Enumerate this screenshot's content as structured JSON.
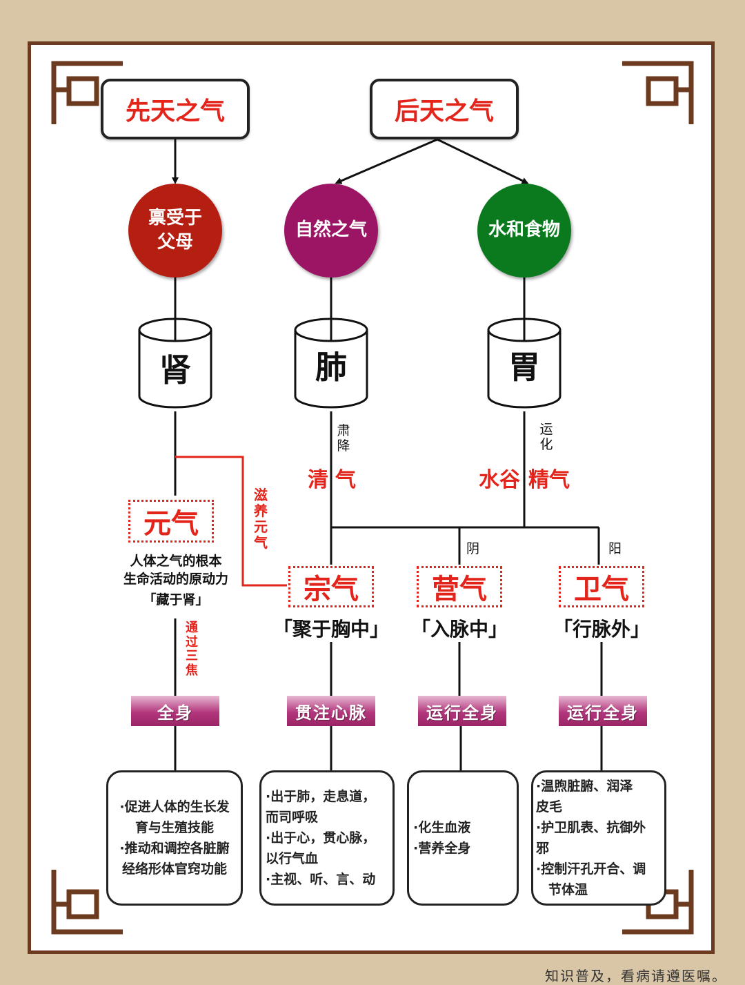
{
  "titles": {
    "xiantian": "先天之气",
    "houtian": "后天之气"
  },
  "circles": {
    "parents": "禀受于\n父母",
    "natural": "自然之气",
    "food": "水和食物"
  },
  "colors": {
    "parents": "#b51f12",
    "natural": "#9c1464",
    "food": "#0b7a1f",
    "red": "#e3241b",
    "frame": "#6b3a1f"
  },
  "organs": {
    "kidney": "肾",
    "lung": "肺",
    "stomach": "胃"
  },
  "process": {
    "sujiang": "肃降",
    "yunhua": "运化",
    "ziyang": "滋养元气",
    "tongguo": "通过三焦",
    "yin": "阴",
    "yang": "阳"
  },
  "products": {
    "qing": "清",
    "qing_qi": "气",
    "shuigu": "水谷",
    "jing_qi": "精气"
  },
  "yuanqi": {
    "name": "元气",
    "line1": "人体之气的根本",
    "line2": "生命活动的原动力",
    "line3": "「藏于肾」"
  },
  "qi_types": [
    {
      "name": "宗气",
      "location": "「聚于胸中」",
      "band": "贯注心脉",
      "desc": [
        "·出于肺，走息道，",
        "而司呼吸",
        "·出于心，贯心脉，",
        "以行气血",
        "·主视、听、言、动"
      ]
    },
    {
      "name": "营气",
      "location": "「入脉中」",
      "band": "运行全身",
      "desc": [
        "·化生血液",
        "·营养全身"
      ]
    },
    {
      "name": "卫气",
      "location": "「行脉外」",
      "band": "运行全身",
      "desc": [
        "·温煦脏腑、润泽",
        "皮毛",
        "·护卫肌表、抗御外",
        "邪",
        "·控制汗孔开合、调",
        "节体温"
      ]
    }
  ],
  "yuanqi_band": "全身",
  "yuanqi_desc": [
    "·促进人体的生长发",
    "育与生殖技能",
    "·推动和调控各脏腑",
    "经络形体官窍功能"
  ],
  "footer": "知识普及，看病请遵医嘱。",
  "icons": [
    "corner-fret-ornament-icon",
    "arrow-down-icon"
  ]
}
